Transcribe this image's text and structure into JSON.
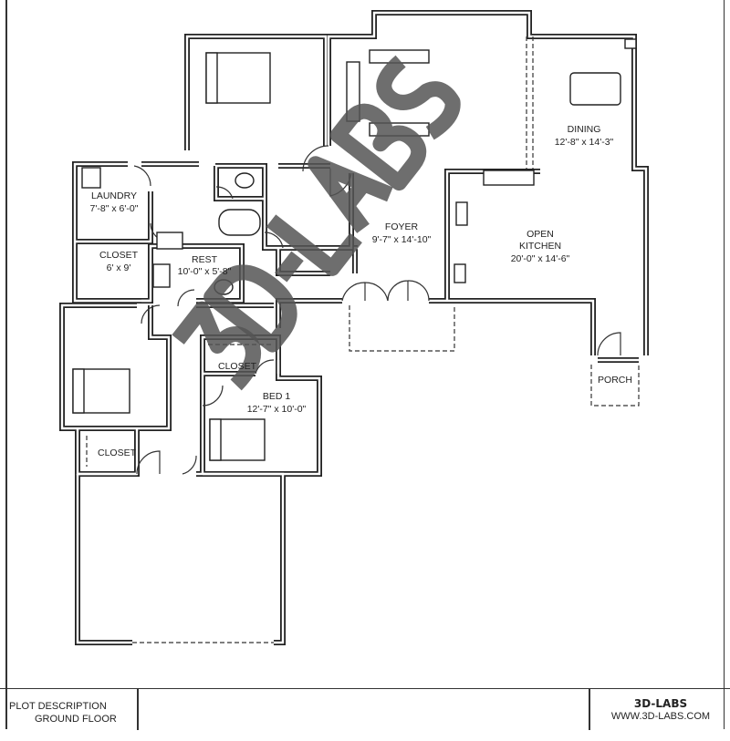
{
  "rooms": {
    "laundry": {
      "name": "LAUNDRY",
      "dims": "7'-8\" x 6'-0\""
    },
    "closet_laundry": {
      "name": "CLOSET",
      "dims": "6' x 9'"
    },
    "rest": {
      "name": "REST",
      "dims": "10'-0\" x 5'-8\""
    },
    "foyer": {
      "name": "FOYER",
      "dims": "9'-7\" x 14'-10\""
    },
    "dining": {
      "name": "DINING",
      "dims": "12'-8\" x 14'-3\""
    },
    "kitchen": {
      "name_line1": "OPEN",
      "name_line2": "KITCHEN",
      "dims": "20'-0\" x 14'-6\""
    },
    "bed1_closet": {
      "name": "CLOSET"
    },
    "bed1": {
      "name": "BED 1",
      "dims": "12'-7\" x 10'-0\""
    },
    "left_closet": {
      "name": "CLOSET"
    },
    "porch": {
      "name": "PORCH"
    }
  },
  "watermark": "3D-LABS",
  "title_block": {
    "line1": "PLOT DESCRIPTION",
    "line2": "GROUND FLOOR",
    "brand": "3D-LABS",
    "website": "WWW.3D-LABS.COM"
  }
}
